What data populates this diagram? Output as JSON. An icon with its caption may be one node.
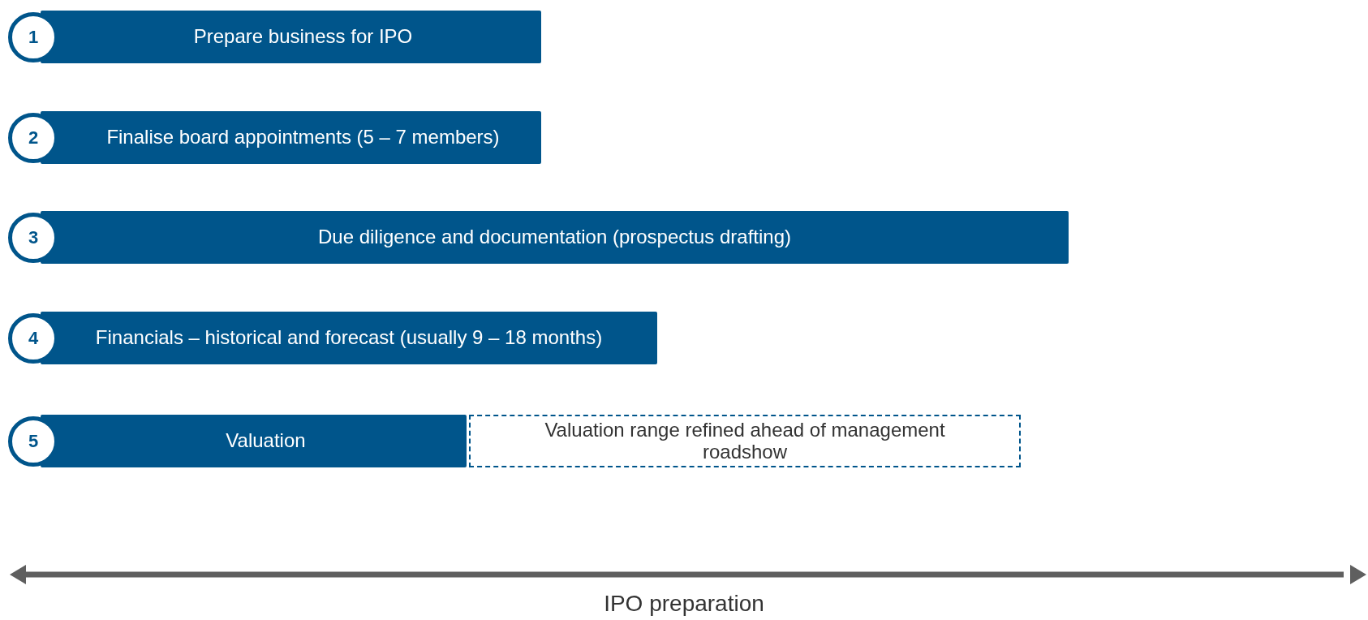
{
  "diagram": {
    "nodes": [
      {
        "text": [
          "1"
        ]
      },
      {
        "text": [
          "Prepare business for IPO"
        ]
      },
      {
        "text": [
          "2"
        ]
      },
      {
        "text": [
          "Finalise board appointments (5 – 7 members)"
        ]
      },
      {
        "text": [
          "3"
        ]
      },
      {
        "text": [
          "Due diligence and documentation (prospectus drafting)"
        ]
      },
      {
        "text": [
          "4"
        ]
      },
      {
        "text": [
          "Financials – historical and forecast (usually 9 – 18 months)"
        ]
      },
      {
        "text": [
          "5"
        ]
      },
      {
        "text": [
          "Valuation"
        ]
      },
      {
        "text": [
          "Valuation range refined ahead of management roadshow"
        ]
      }
    ],
    "labels": [
      "IPO preparation"
    ]
  }
}
